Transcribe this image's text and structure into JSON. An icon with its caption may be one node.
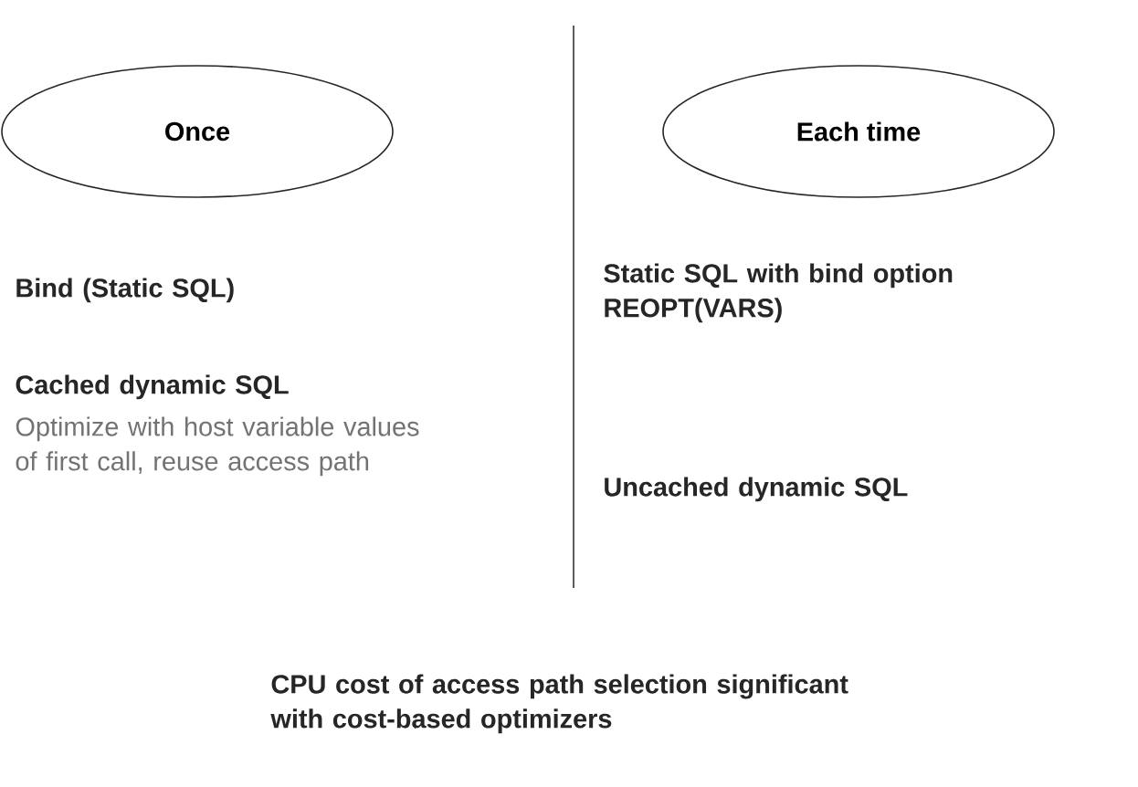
{
  "diagram": {
    "nodes": [
      {
        "text": [
          "Once"
        ]
      },
      {
        "text": [
          "Each time"
        ]
      }
    ],
    "edges": [],
    "labels": [
      "Bind (Static SQL)",
      "Static SQL with bind option REOPT(VARS)",
      "Cached dynamic SQL",
      "Optimize with host variable values of first call, reuse access path",
      "Uncached dynamic SQL",
      "CPU cost of access path selection significant with cost-based optimizers"
    ]
  }
}
